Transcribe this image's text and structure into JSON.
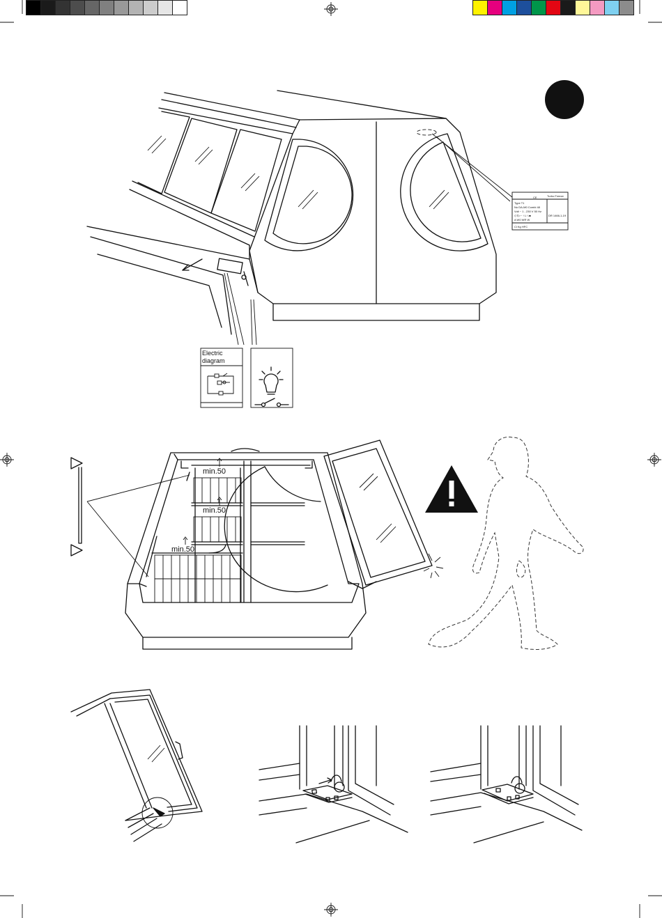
{
  "print_marks": {
    "gray_swatches": [
      "#000000",
      "#1a1a1a",
      "#333333",
      "#4d4d4d",
      "#666666",
      "#808080",
      "#999999",
      "#b3b3b3",
      "#cccccc",
      "#e6e6e6",
      "#ffffff"
    ],
    "color_swatches": [
      "#fff200",
      "#e6007e",
      "#00a0e3",
      "#1d4f9c",
      "#00964a",
      "#e30613",
      "#1a1a1a",
      "#fff799",
      "#f49ac1",
      "#7fd0f0",
      "#8c8c8c"
    ]
  },
  "figure1": {
    "electric_panel_label_line1": "Electric",
    "electric_panel_label_line2": "diagram",
    "rating_plate": {
      "mark": "CE",
      "brand": "Turbo Freeze",
      "type": "Type   T1",
      "no": "No   DA-M0      Combi   48",
      "volt": "Volt  ~ 1 - 230 V     50 Hz",
      "power": "◇T▷~     ↑ L↑↓■",
      "temp": "A    W0    WR    W",
      "cl": "Cl      Kg      HFC",
      "side": "DR 1466-1-19"
    }
  },
  "figure2": {
    "min_labels": [
      "min.50",
      "min.50",
      "min.50"
    ]
  }
}
